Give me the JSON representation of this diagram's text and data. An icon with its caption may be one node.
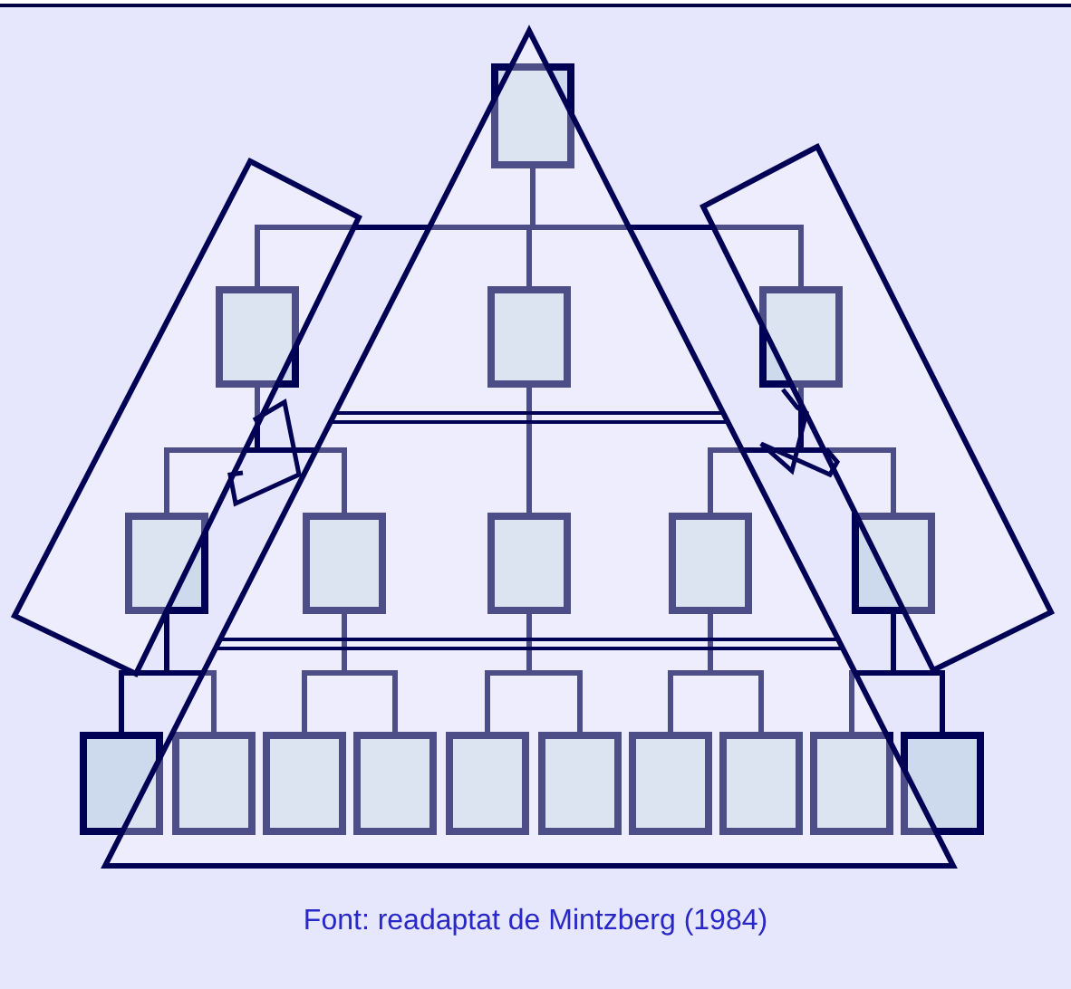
{
  "diagram": {
    "caption": "Font: readaptat de Mintzberg (1984)",
    "nodes": [
      {
        "text": [],
        "shape": "box"
      },
      {
        "text": [],
        "shape": "box"
      },
      {
        "text": [],
        "shape": "box"
      },
      {
        "text": [],
        "shape": "box"
      },
      {
        "text": [],
        "shape": "box"
      },
      {
        "text": [],
        "shape": "box"
      },
      {
        "text": [],
        "shape": "box"
      },
      {
        "text": [],
        "shape": "box"
      },
      {
        "text": [],
        "shape": "box"
      },
      {
        "text": [],
        "shape": "box"
      },
      {
        "text": [],
        "shape": "box"
      },
      {
        "text": [],
        "shape": "box"
      },
      {
        "text": [],
        "shape": "box"
      },
      {
        "text": [],
        "shape": "box"
      },
      {
        "text": [],
        "shape": "box"
      },
      {
        "text": [],
        "shape": "box"
      },
      {
        "text": [],
        "shape": "box"
      },
      {
        "text": [],
        "shape": "box"
      },
      {
        "text": [],
        "shape": "box"
      }
    ],
    "edges": [
      {
        "from": 0,
        "to": 1,
        "arrow": "none"
      },
      {
        "from": 0,
        "to": 2,
        "arrow": "none"
      },
      {
        "from": 0,
        "to": 3,
        "arrow": "none"
      },
      {
        "from": 1,
        "to": 4,
        "arrow": "none"
      },
      {
        "from": 1,
        "to": 5,
        "arrow": "none"
      },
      {
        "from": 2,
        "to": 6,
        "arrow": "none"
      },
      {
        "from": 3,
        "to": 7,
        "arrow": "none"
      },
      {
        "from": 3,
        "to": 8,
        "arrow": "none"
      },
      {
        "from": 4,
        "to": 9,
        "arrow": "none"
      },
      {
        "from": 4,
        "to": 10,
        "arrow": "none"
      },
      {
        "from": 5,
        "to": 11,
        "arrow": "none"
      },
      {
        "from": 5,
        "to": 12,
        "arrow": "none"
      },
      {
        "from": 6,
        "to": 13,
        "arrow": "none"
      },
      {
        "from": 6,
        "to": 14,
        "arrow": "none"
      },
      {
        "from": 7,
        "to": 15,
        "arrow": "none"
      },
      {
        "from": 7,
        "to": 16,
        "arrow": "none"
      },
      {
        "from": 8,
        "to": 17,
        "arrow": "none"
      },
      {
        "from": 8,
        "to": 18,
        "arrow": "none"
      }
    ]
  }
}
